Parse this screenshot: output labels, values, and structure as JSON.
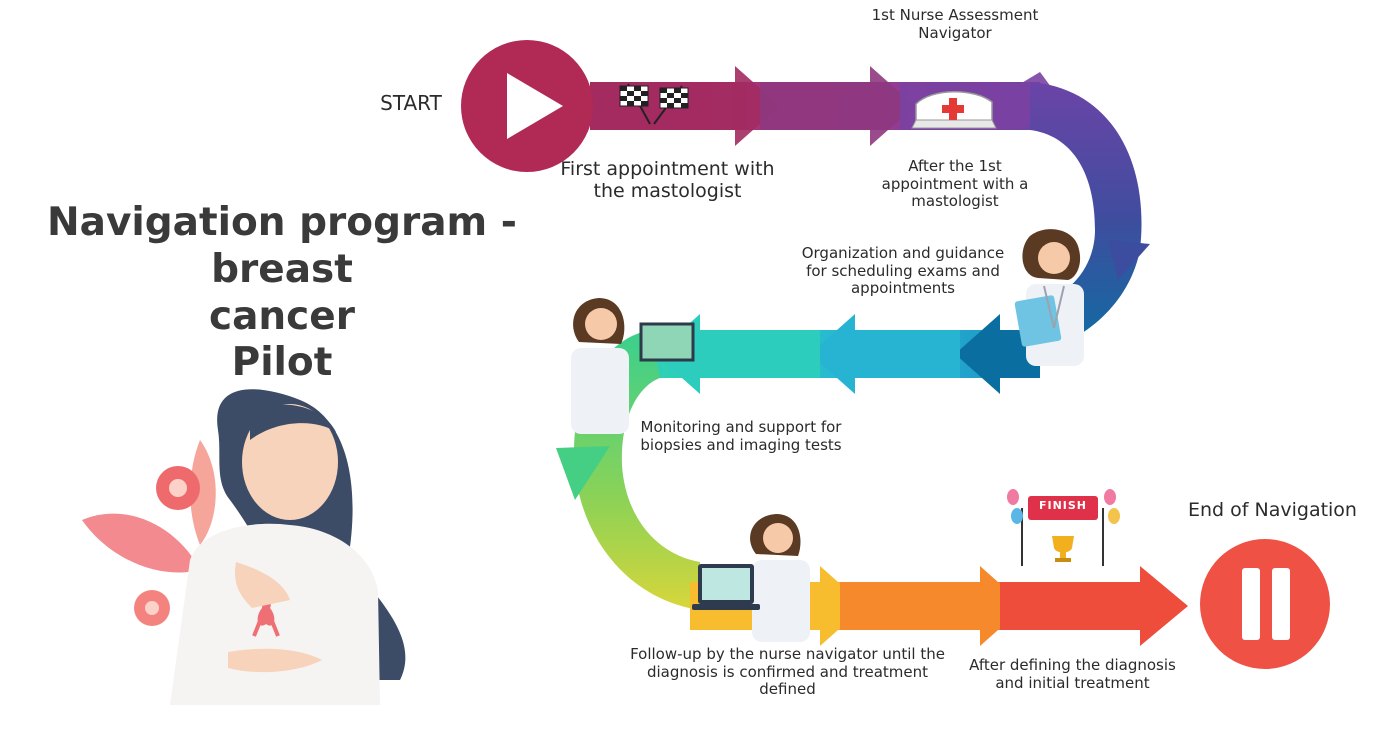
{
  "title": {
    "line1": "Navigation program - breast",
    "line2": "cancer",
    "line3": "Pilot"
  },
  "start_label": "START",
  "end_label": "End of Navigation",
  "finish_banner": "FINISH",
  "steps": {
    "nurse_assessment": "1st Nurse Assessment Navigator",
    "first_appointment": "First appointment with the mastologist",
    "after_first": "After the 1st appointment with a mastologist",
    "organization": "Organization and guidance for scheduling exams and appointments",
    "monitoring": "Monitoring and support for biopsies and imaging tests",
    "follow_up": "Follow-up by the nurse navigator until the diagnosis is confirmed and treatment defined",
    "after_defining": "After defining the diagnosis and initial treatment"
  },
  "colors": {
    "start": "#b02a55",
    "end": "#ef5145",
    "text": "#2b2b2b",
    "title": "#3a3a3a"
  },
  "icons": [
    "play-icon",
    "pause-icon",
    "checkered-flags-icon",
    "nurse-cap-icon",
    "ribbon-icon",
    "trophy-icon",
    "balloon-icon"
  ]
}
